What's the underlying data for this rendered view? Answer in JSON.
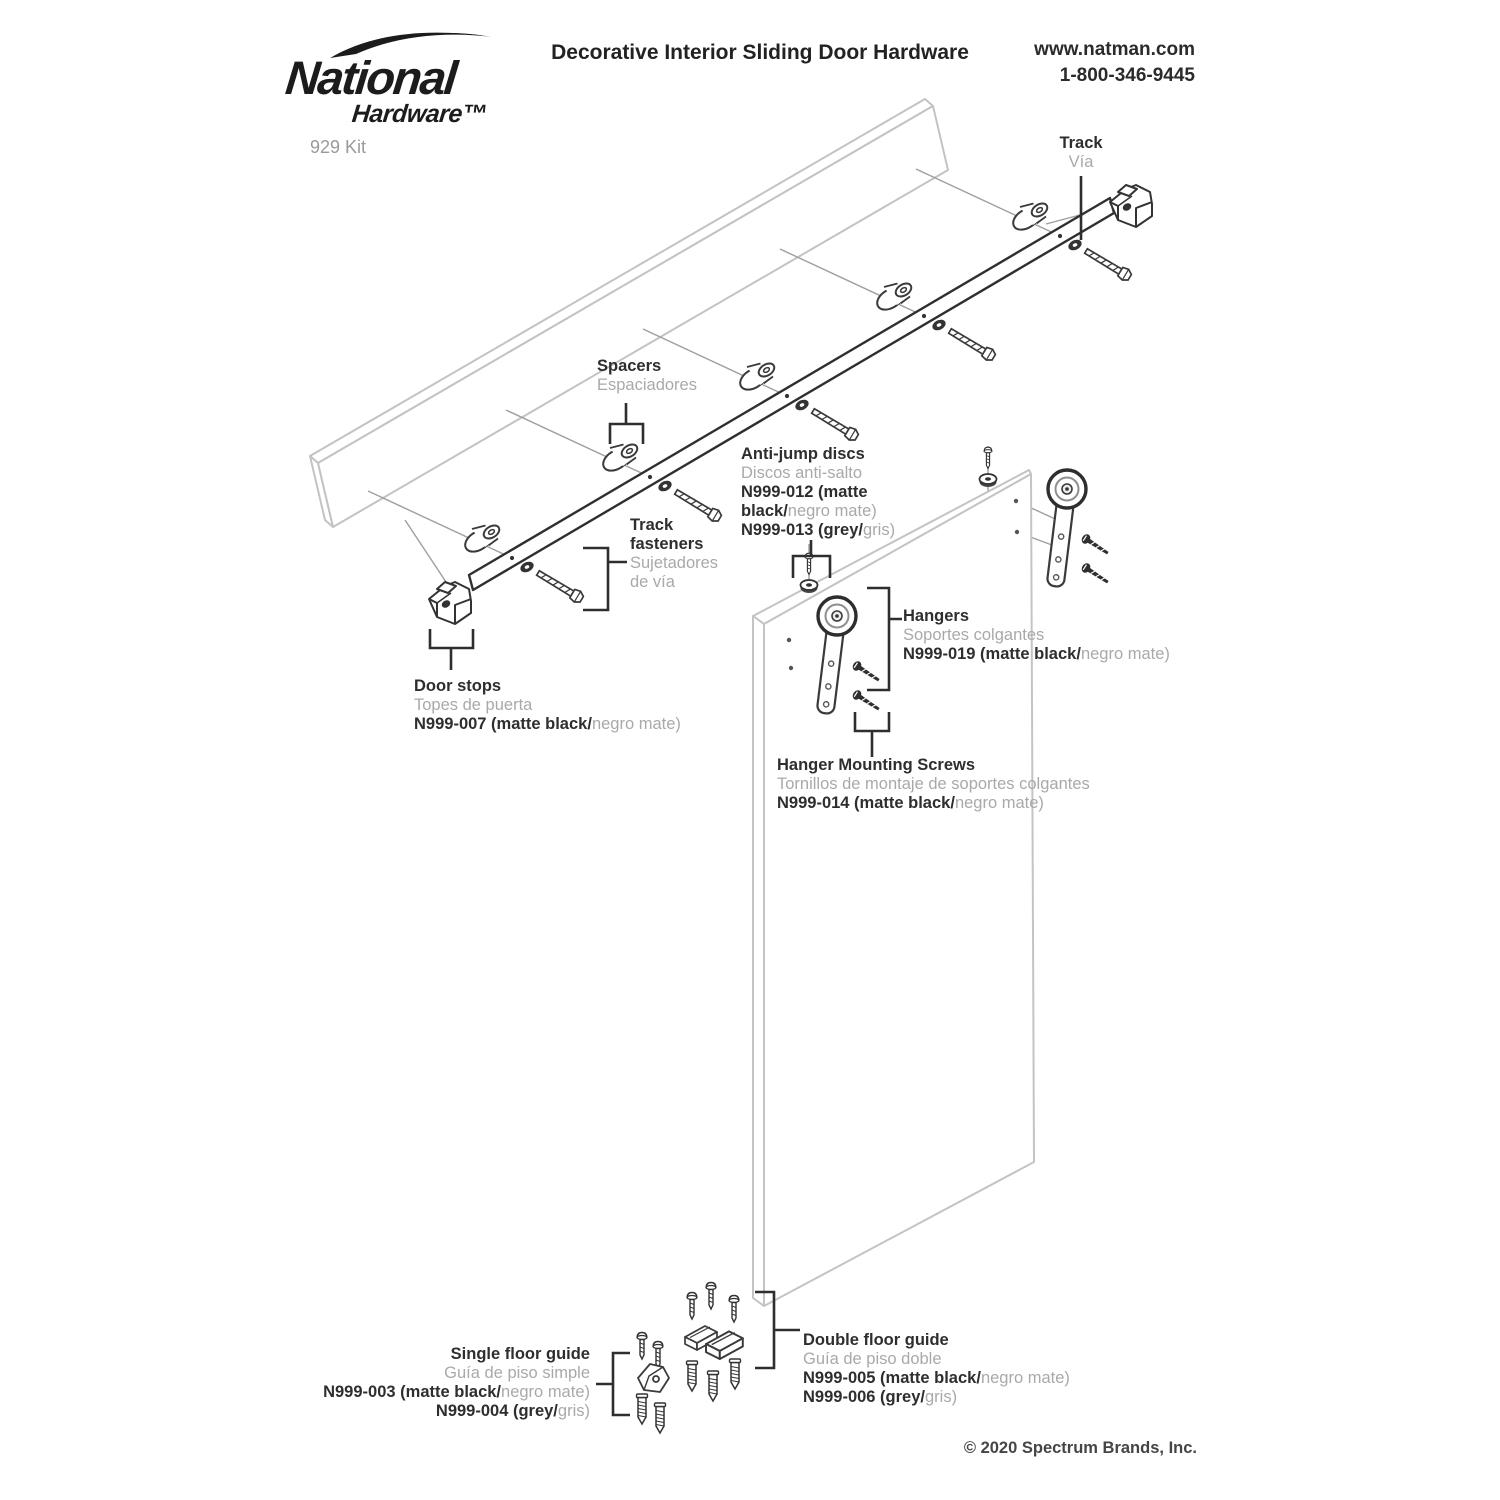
{
  "page": {
    "brand": {
      "name_top": "National",
      "name_bottom": "Hardware™",
      "kit": "929 Kit"
    },
    "title": "Decorative Interior Sliding Door Hardware",
    "contact": {
      "website": "www.natman.com",
      "phone": "1-800-346-9445"
    },
    "copyright": "© 2020 Spectrum Brands, Inc."
  },
  "labels": {
    "track": {
      "en": "Track",
      "es": "Vía"
    },
    "spacers": {
      "en": "Spacers",
      "es": "Espaciadores"
    },
    "track_fasteners": {
      "en_line1": "Track",
      "en_line2": "fasteners",
      "es_line1": "Sujetadores",
      "es_line2": "de vía"
    },
    "anti_jump_discs": {
      "en": "Anti-jump discs",
      "es": "Discos anti-salto",
      "part1_line1": "N999-012 (matte",
      "part1_line2_bold": "black/",
      "part1_line2_grey": "negro mate)",
      "part2_bold": "N999-013 (grey/",
      "part2_grey": "gris)"
    },
    "door_stops": {
      "en": "Door stops",
      "es": "Topes de puerta",
      "part_bold": "N999-007 (matte black/",
      "part_grey": "negro mate)"
    },
    "hangers": {
      "en": "Hangers",
      "es": "Soportes colgantes",
      "part_bold": "N999-019 (matte black/",
      "part_grey": "negro mate)"
    },
    "hanger_mounting_screws": {
      "en": "Hanger Mounting Screws",
      "es": "Tornillos de montaje de soportes colgantes",
      "part_bold": "N999-014 (matte black/",
      "part_grey": "negro mate)"
    },
    "single_floor_guide": {
      "en": "Single floor guide",
      "es": "Guía de piso simple",
      "part1_bold": "N999-003 (matte black/",
      "part1_grey": "negro mate)",
      "part2_bold": "N999-004 (grey/",
      "part2_grey": "gris)"
    },
    "double_floor_guide": {
      "en": "Double floor guide",
      "es": "Guía de piso doble",
      "part1_bold": "N999-005 (matte black/",
      "part1_grey": "negro mate)",
      "part2_bold": "N999-006 (grey/",
      "part2_grey": "gris)"
    }
  },
  "colors": {
    "text": "#2d2d2d",
    "muted": "#a9a9a9",
    "leader_line": "#9e9e9e",
    "wood_outline": "#c3c3c3",
    "part_outline": "#3a3a3a",
    "bracket": "#2e2e2e"
  }
}
